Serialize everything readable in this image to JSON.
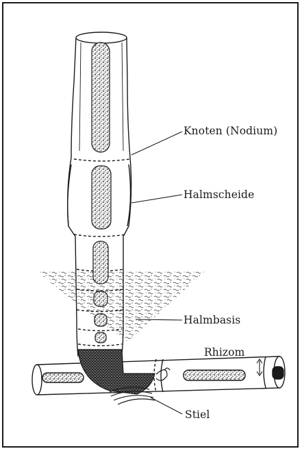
{
  "labels": {
    "node": "Knoten (Nodium)",
    "culm_sheath": "Halmscheide",
    "culm_base": "Halmbasis",
    "rhizome": "Rhizom",
    "neck": "Stiel"
  }
}
